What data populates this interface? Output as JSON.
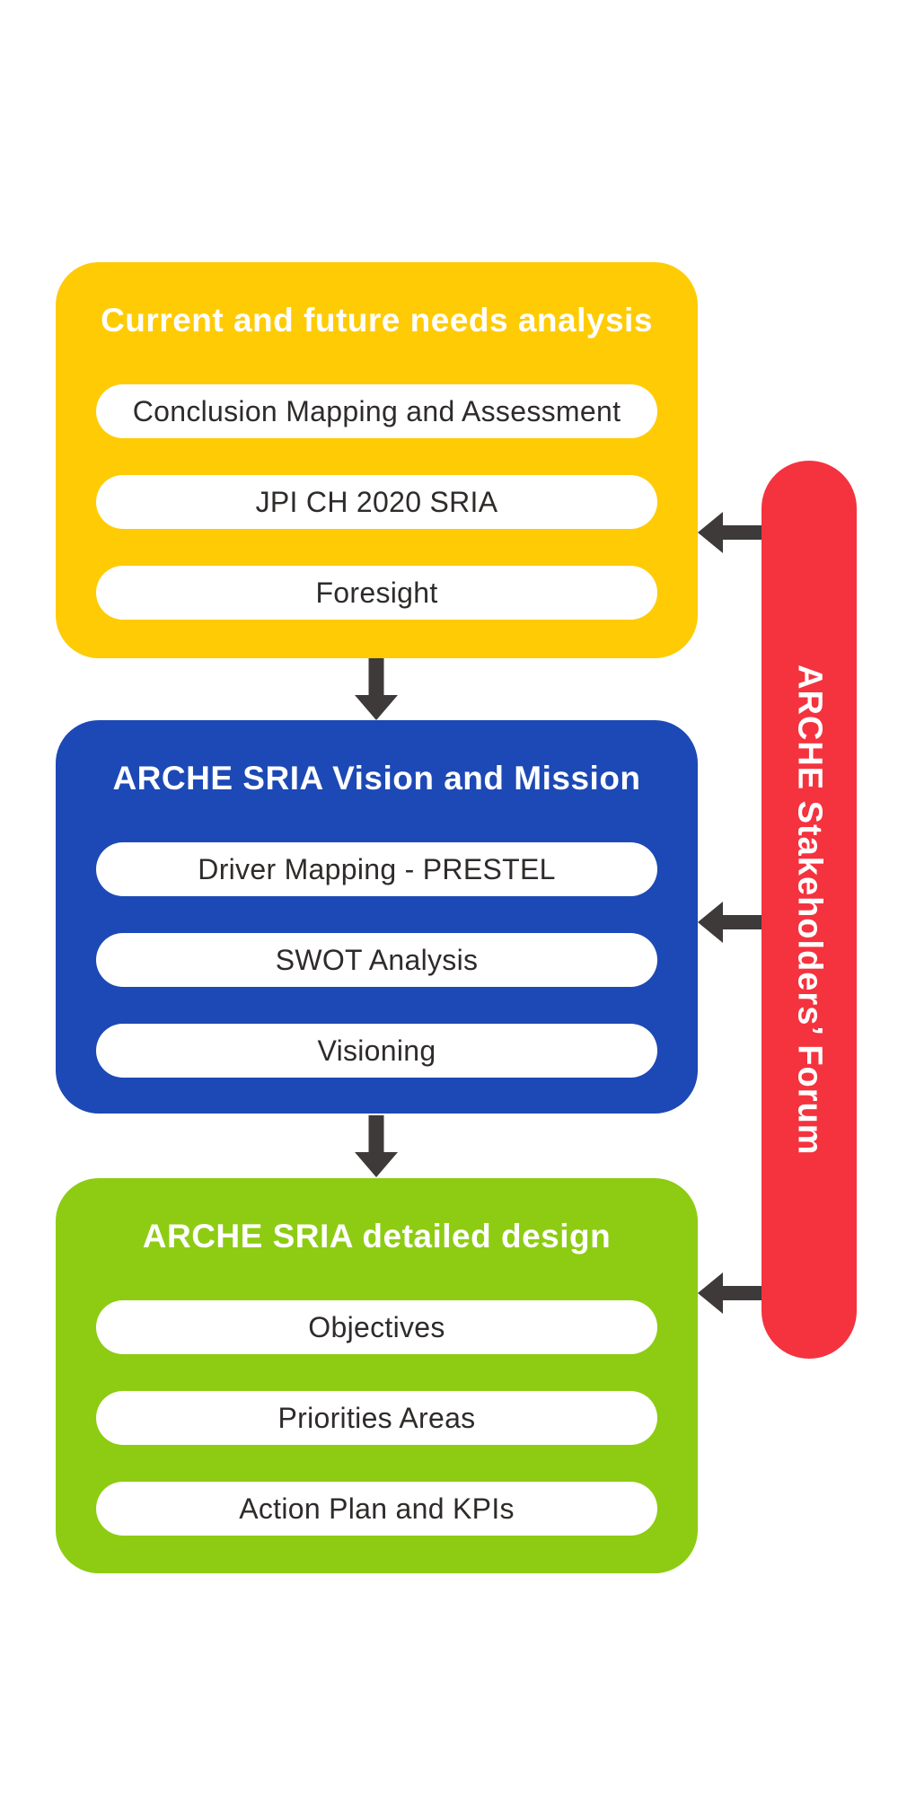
{
  "diagram": {
    "stages": [
      {
        "title": "Current and future needs analysis",
        "color": "#FFCB05",
        "items": [
          "Conclusion Mapping and Assessment",
          "JPI CH 2020 SRIA",
          "Foresight"
        ]
      },
      {
        "title": "ARCHE SRIA Vision and Mission",
        "color": "#1C49B5",
        "items": [
          "Driver Mapping - PRESTEL",
          "SWOT Analysis",
          "Visioning"
        ]
      },
      {
        "title": "ARCHE SRIA detailed design",
        "color": "#8DCC13",
        "items": [
          "Objectives",
          "Priorities Areas",
          "Action Plan and KPIs"
        ]
      }
    ],
    "forum_bar": {
      "label": "ARCHE Stakeholders’ Forum",
      "color": "#F4333F"
    },
    "arrow_color": "#3E3A39",
    "item_text_color": "#2E2B2A",
    "title_text_color": "#FFFFFF"
  }
}
